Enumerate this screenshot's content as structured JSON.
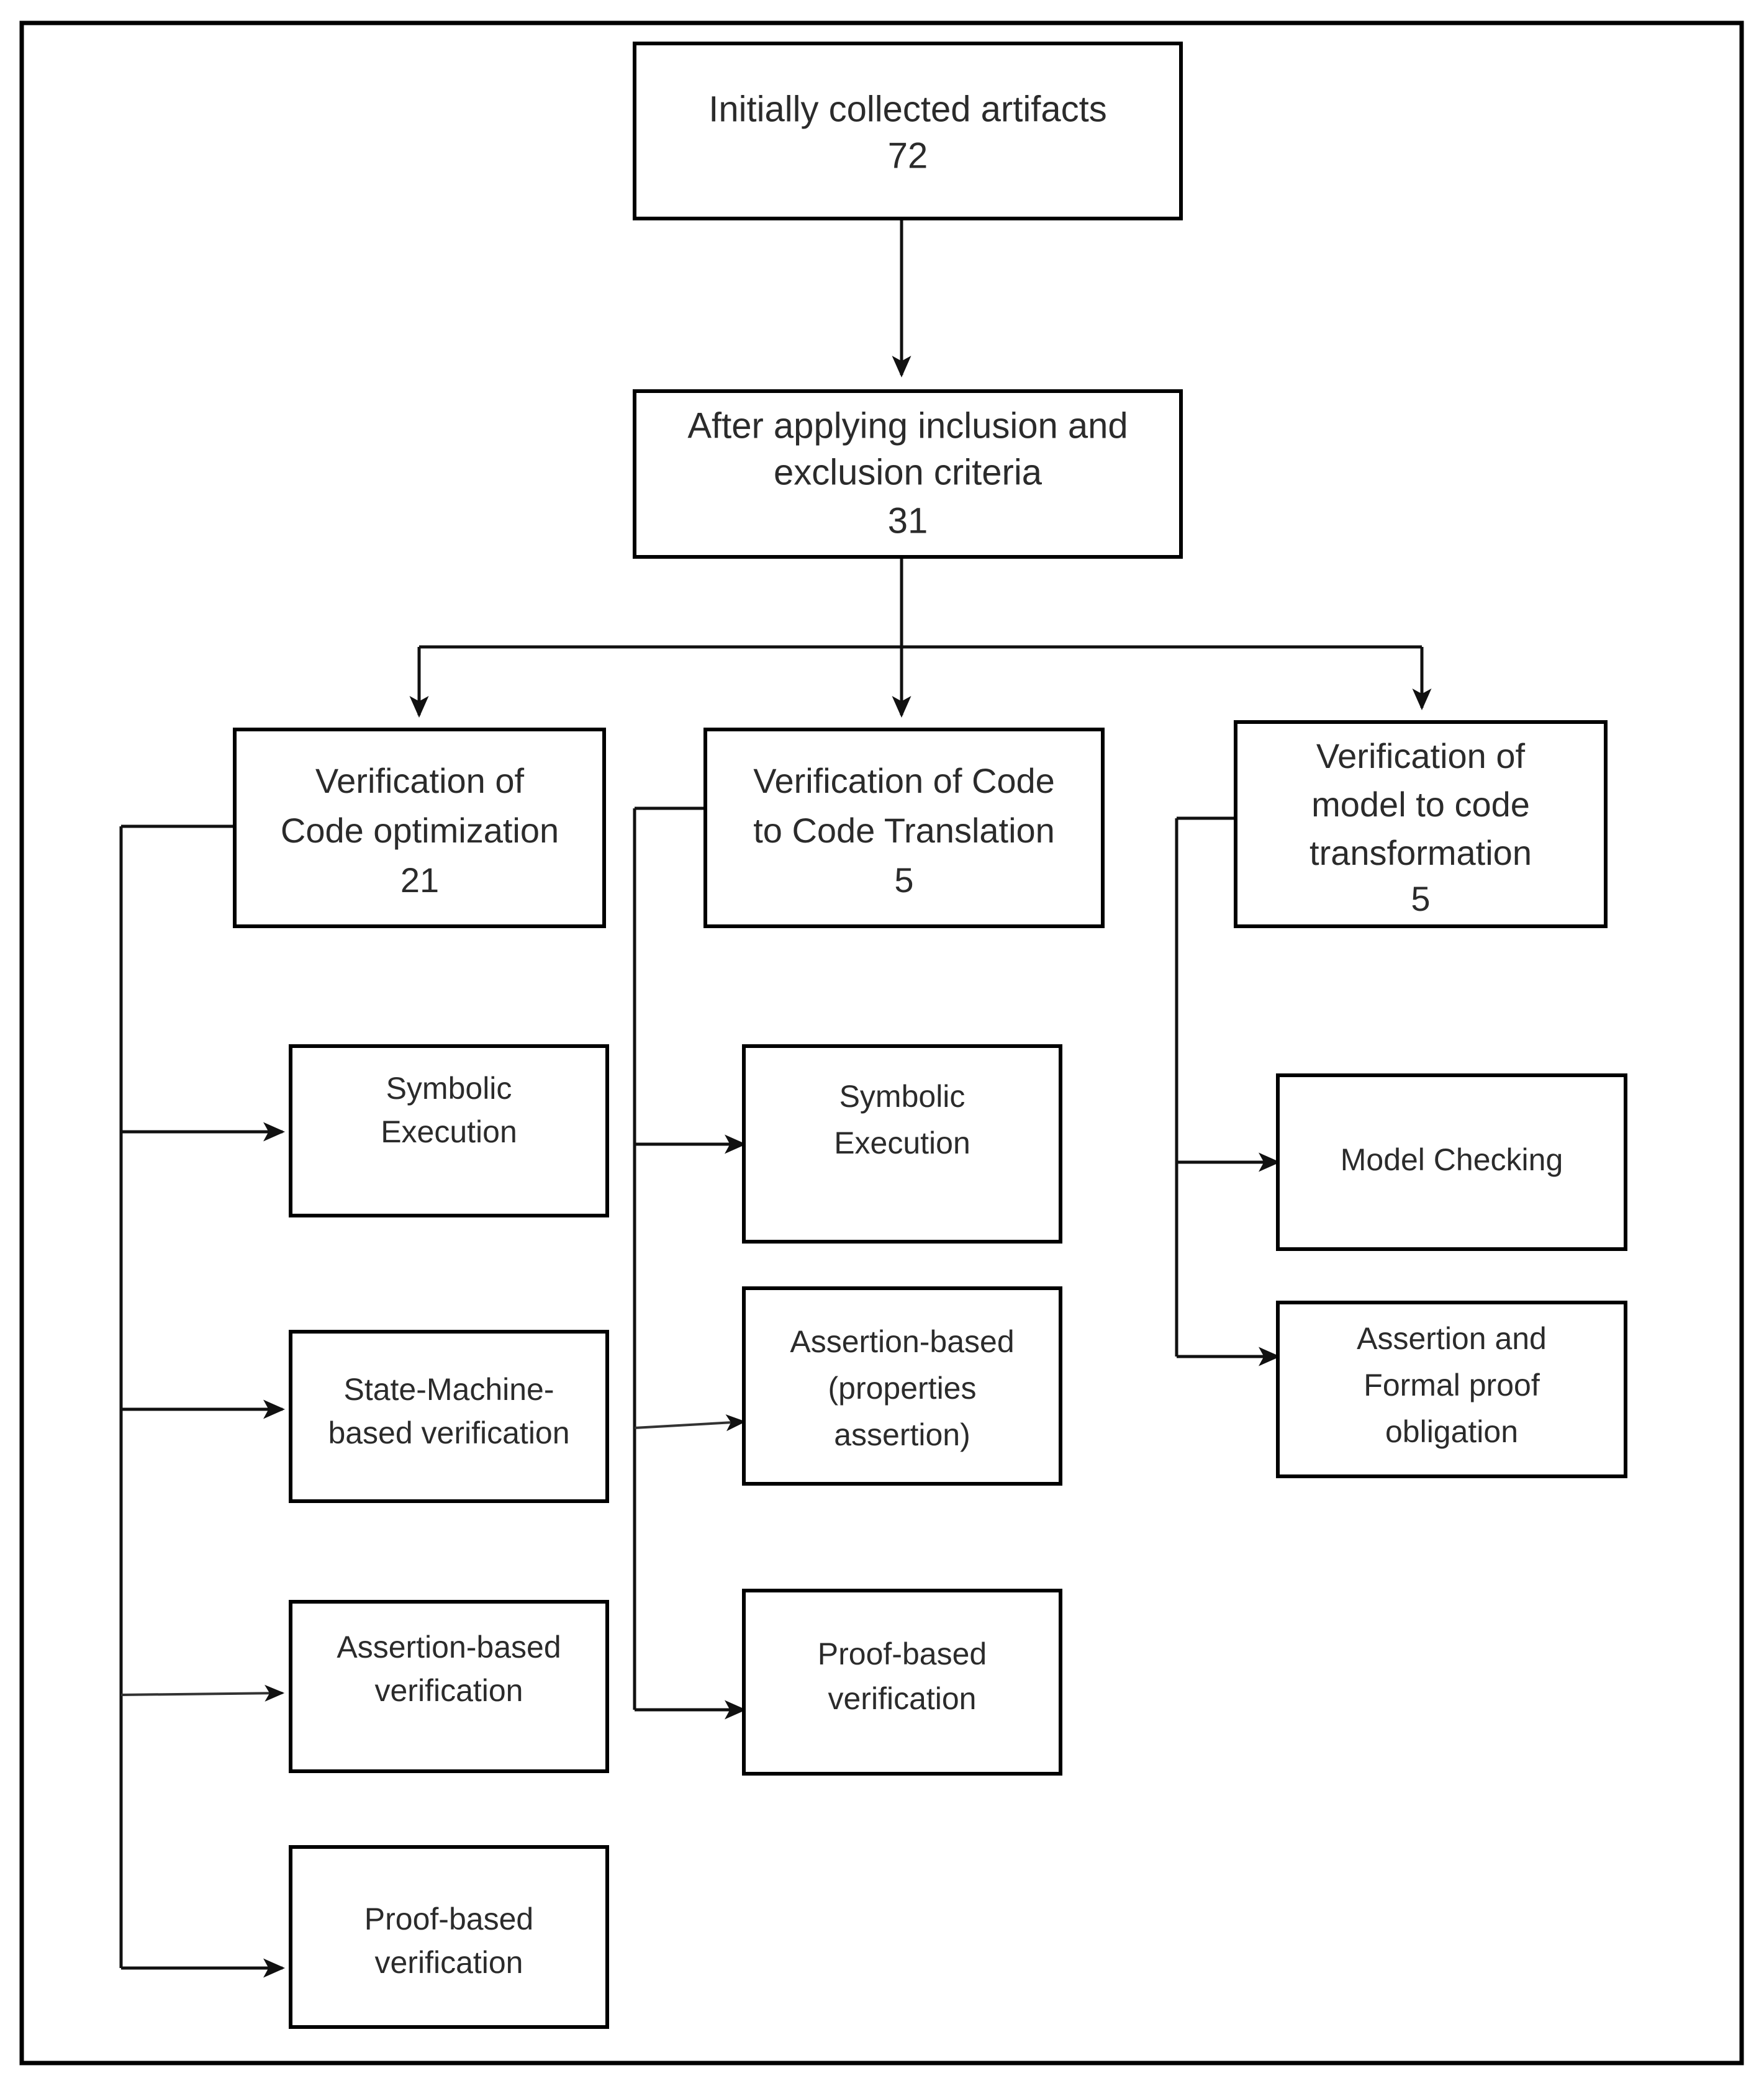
{
  "diagram": {
    "title_visible": false,
    "colors": {
      "background": "#ffffff",
      "box_fill": "#ffffff",
      "box_stroke": "#000000",
      "text": "#2b2b2b",
      "edge": "#111111"
    },
    "nodes": {
      "initial": {
        "line1": "Initially collected artifacts",
        "line2": "72",
        "count": "72"
      },
      "after_criteria": {
        "line1": "After applying inclusion and",
        "line2": "exclusion criteria",
        "line3": "31",
        "count": "31"
      },
      "cat_code_optimization": {
        "line1": "Verification of",
        "line2": "Code optimization",
        "line3": "21",
        "count": "21"
      },
      "cat_code_to_code": {
        "line1": "Verification of Code",
        "line2": "to Code Translation",
        "line3": "5",
        "count": "5"
      },
      "cat_model_to_code": {
        "line1": "Verification of",
        "line2": "model to code",
        "line3": "transformation",
        "line4": "5",
        "count": "5"
      },
      "opt_symbolic_execution": {
        "line1": "Symbolic",
        "line2": "Execution"
      },
      "opt_state_machine": {
        "line1": "State-Machine-",
        "line2": "based verification"
      },
      "opt_assertion_based": {
        "line1": "Assertion-based",
        "line2": "verification"
      },
      "opt_proof_based": {
        "line1": "Proof-based",
        "line2": "verification"
      },
      "trans_symbolic_execution": {
        "line1": "Symbolic",
        "line2": "Execution"
      },
      "trans_assertion_based": {
        "line1": "Assertion-based",
        "line2": "(properties",
        "line3": "assertion)"
      },
      "trans_proof_based": {
        "line1": "Proof-based",
        "line2": "verification"
      },
      "model_model_checking": {
        "line1": "Model Checking"
      },
      "model_assertion_formal": {
        "line1": "Assertion and",
        "line2": "Formal proof",
        "line3": "obligation"
      }
    }
  }
}
